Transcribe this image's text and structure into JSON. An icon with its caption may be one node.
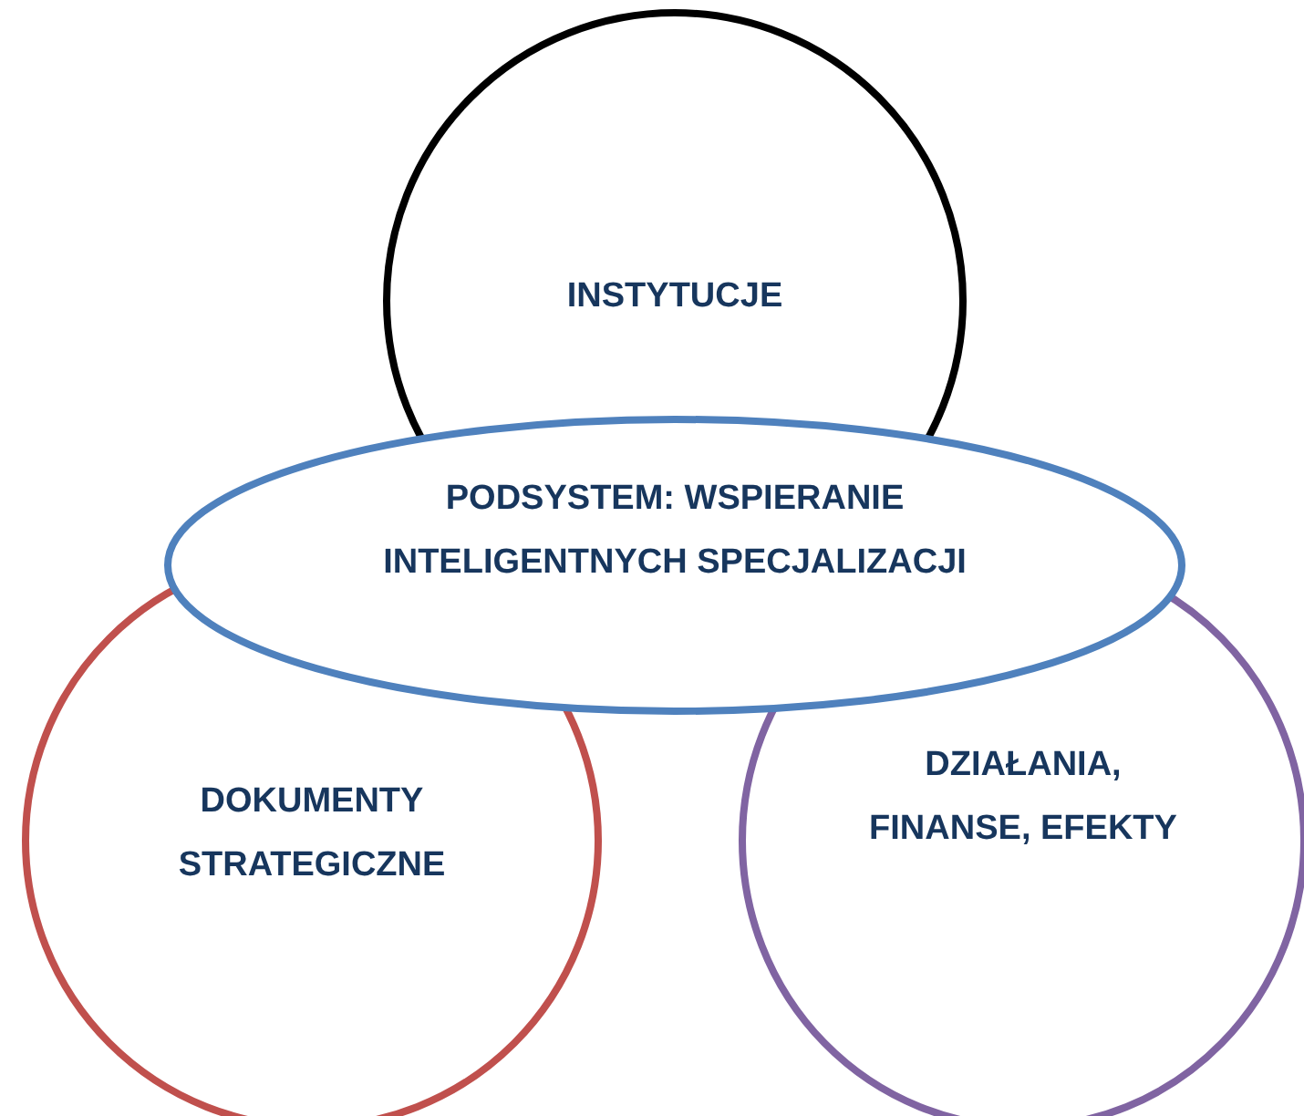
{
  "diagram": {
    "nodes": [
      {
        "text": [
          "INSTYTUCJE"
        ]
      },
      {
        "text": [
          "DOKUMENTY STRATEGICZNE"
        ]
      },
      {
        "text": [
          "DZIAŁANIA, FINANSE, EFEKTY"
        ]
      },
      {
        "text": [
          "PODSYSTEM: WSPIERANIE INTELIGENTNYCH SPECJALIZACJI"
        ]
      }
    ]
  }
}
